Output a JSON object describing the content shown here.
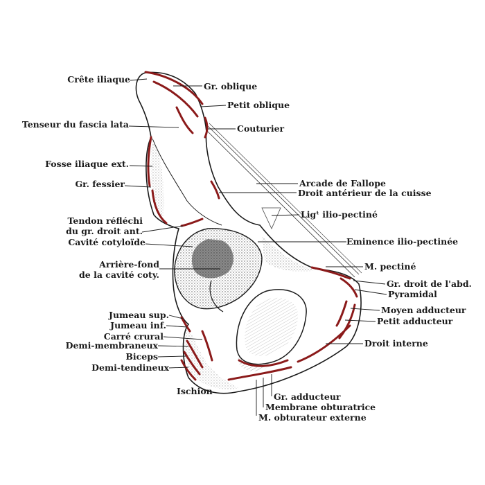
{
  "colors": {
    "background": "#ffffff",
    "ink": "#1a1a1a",
    "muscle_insertion": "#8b1a1a",
    "bone_shade": "#555555"
  },
  "labels": {
    "crete_iliaque": "Crête iliaque",
    "gr_oblique": "Gr. oblique",
    "petit_oblique": "Petit oblique",
    "tenseur_fascia_lata": "Tenseur du fascia lata",
    "couturier": "Couturier",
    "fosse_iliaque_ext": "Fosse iliaque ext.",
    "gr_fessier": "Gr. fessier",
    "arcade_fallope": "Arcade de Fallope",
    "droit_anterieur": "Droit antérieur de la cuisse",
    "lig_ilio_pectine": "Ligᵗ ilio-pectiné",
    "tendon_reflechi_1": "Tendon réfléchi",
    "tendon_reflechi_2": "du gr. droit ant.",
    "cavite_cotyloide": "Cavité cotyloïde",
    "eminence_ilio_pectinee": "Eminence ilio-pectinée",
    "arriere_fond_1": "Arrière-fond",
    "arriere_fond_2": "de la cavité coty.",
    "m_pectine": "M. pectiné",
    "gr_droit_abd": "Gr. droit de l'abd.",
    "pyramidal": "Pyramidal",
    "moyen_adducteur": "Moyen adducteur",
    "petit_adducteur": "Petit adducteur",
    "jumeau_sup": "Jumeau sup.",
    "jumeau_inf": "Jumeau inf.",
    "carre_crural": "Carré crural",
    "demi_membraneux": "Demi-membraneux",
    "biceps": "Biceps",
    "demi_tendineux": "Demi-tendineux",
    "droit_interne": "Droit interne",
    "ischion": "Ischion",
    "gr_adducteur": "Gr. adducteur",
    "membrane_obturatrice": "Membrane obturatrice",
    "m_obturateur_externe": "M. obturateur externe"
  }
}
